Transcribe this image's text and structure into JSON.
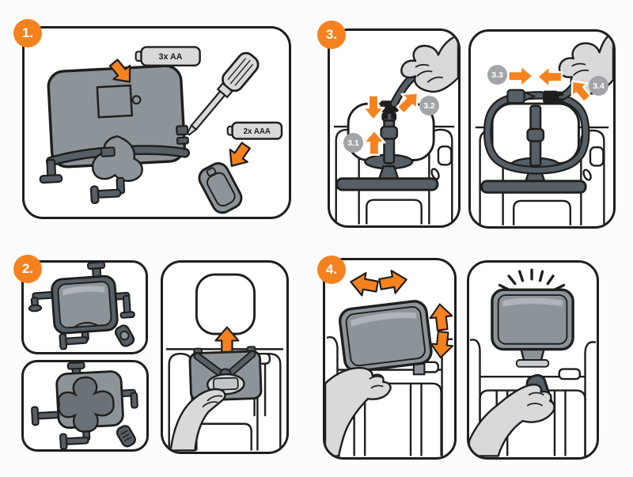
{
  "colors": {
    "accent_orange": "#F5821F",
    "device_gray": "#8C9499",
    "device_gray_dark": "#565E66",
    "light_gray": "#D7D9DA",
    "substep_badge_gray": "#A2A4A7",
    "outline_black": "#1E1E1C",
    "background": "#FCFCFC",
    "panel_background": "#FFFFFF"
  },
  "steps": {
    "step1": {
      "badge": "1.",
      "battery_aa_label": "3x AA",
      "battery_aaa_label": "2x AAA"
    },
    "step2": {
      "badge": "2."
    },
    "step3": {
      "badge": "3.",
      "substeps": {
        "s31": "3.1",
        "s32": "3.2",
        "s33": "3.3",
        "s34": "3.4"
      }
    },
    "step4": {
      "badge": "4."
    }
  },
  "icons": [
    "mirror-back-illustration",
    "battery-door-icon",
    "screwdriver-icon",
    "aa-battery-icon",
    "aaa-battery-icon",
    "remote-control-icon",
    "mirror-front-illustration",
    "folded-mirror-illustration",
    "car-seat-illustration",
    "headrest-illustration",
    "strap-buckle-icon",
    "hand-illustration",
    "direction-arrow-icon",
    "rays-icon"
  ]
}
